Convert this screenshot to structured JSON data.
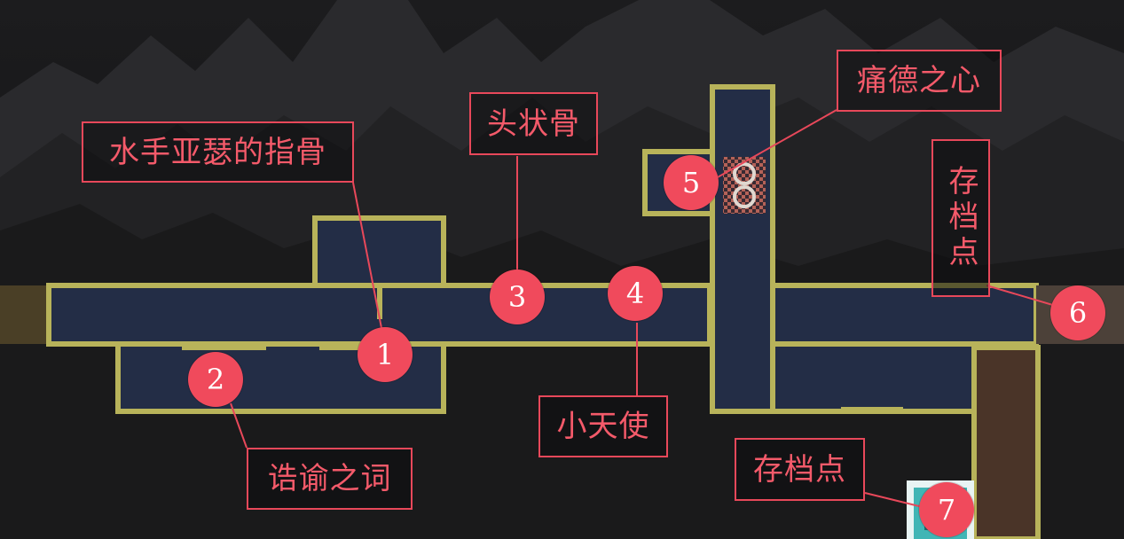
{
  "colors": {
    "room": "#232d46",
    "wall": "#b8b35a",
    "door_left": "#4a3f26",
    "door_right": "#4c4139",
    "shaft": "#4a3428",
    "annotation": "#e8485a",
    "save_point": "#41b5b5"
  },
  "labels": {
    "l1": "水手亚瑟的指骨",
    "l2": "诰谕之词",
    "l3": "头状骨",
    "l4": "小天使",
    "l5": "痛德之心",
    "l6": "存档点",
    "l7": "存档点"
  },
  "markers": {
    "m1": "1",
    "m2": "2",
    "m3": "3",
    "m4": "4",
    "m5": "5",
    "m6": "6",
    "m7": "7"
  },
  "icons": {
    "relic": "heart-relic-icon",
    "save": "save-point-icon"
  }
}
